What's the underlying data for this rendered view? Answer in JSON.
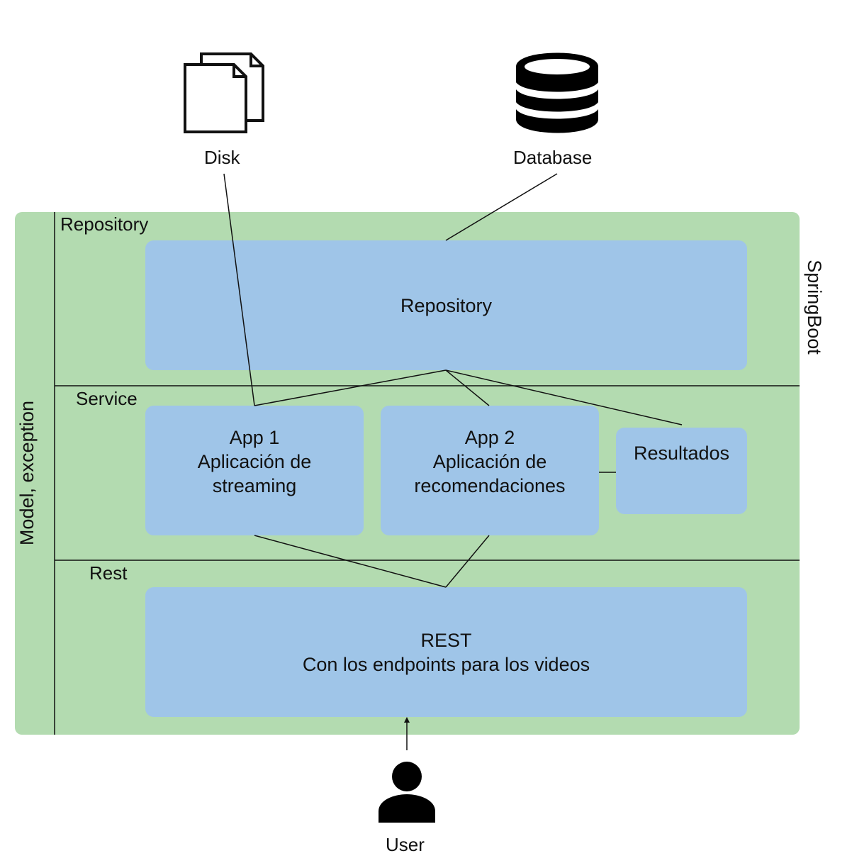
{
  "icons": {
    "disk": "files-icon",
    "database": "database-icon",
    "user": "user-icon"
  },
  "colors": {
    "container": "#b3dbb0",
    "box": "#9fc5e8",
    "line": "#111111"
  },
  "labels": {
    "disk": "Disk",
    "database": "Database",
    "user": "User",
    "springboot": "SpringBoot",
    "model_exception": "Model, exception"
  },
  "layers": {
    "repository": "Repository",
    "service": "Service",
    "rest": "Rest"
  },
  "boxes": {
    "repository": "Repository",
    "app1": {
      "line1": "App 1",
      "line2": "Aplicación de",
      "line3": "streaming"
    },
    "app2": {
      "line1": "App 2",
      "line2": "Aplicación de",
      "line3": "recomendaciones"
    },
    "resultados": "Resultados",
    "rest": {
      "line1": "REST",
      "line2": "Con los endpoints para los videos"
    }
  }
}
